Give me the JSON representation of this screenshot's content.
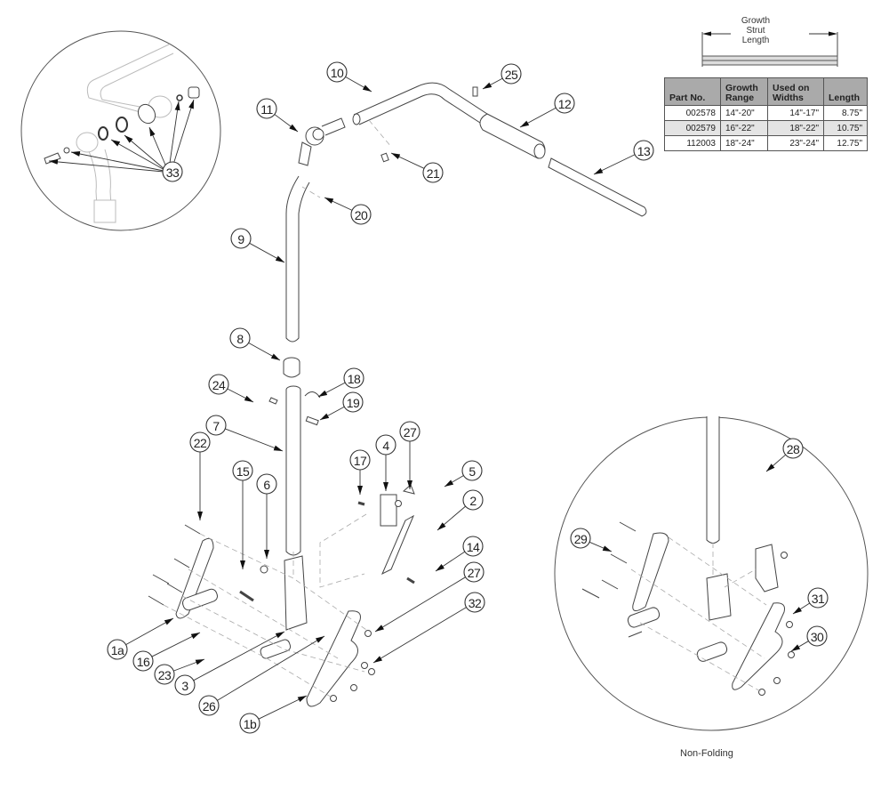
{
  "strut": {
    "label_line1": "Growth",
    "label_line2": "Strut",
    "label_line3": "Length"
  },
  "table": {
    "headers": [
      "Part No.",
      "Growth Range",
      "Used on Widths",
      "Length"
    ],
    "header_lines": [
      [
        "Part No."
      ],
      [
        "Growth",
        "Range"
      ],
      [
        "Used on",
        "Widths"
      ],
      [
        "Length"
      ]
    ],
    "rows": [
      [
        "002578",
        "14\"-20\"",
        "14\"-17\"",
        "8.75\""
      ],
      [
        "002579",
        "16\"-22\"",
        "18\"-22\"",
        "10.75\""
      ],
      [
        "112003",
        "18\"-24\"",
        "23\"-24\"",
        "12.75\""
      ]
    ]
  },
  "detail_caption": "Non-Folding",
  "callouts": {
    "c33": "33",
    "c10": "10",
    "c11": "11",
    "c25": "25",
    "c12": "12",
    "c13": "13",
    "c21": "21",
    "c20": "20",
    "c9": "9",
    "c8": "8",
    "c24": "24",
    "c18": "18",
    "c19": "19",
    "c7": "7",
    "c22": "22",
    "c15": "15",
    "c6": "6",
    "c17": "17",
    "c4": "4",
    "c27a": "27",
    "c5": "5",
    "c2": "2",
    "c14": "14",
    "c27b": "27",
    "c32": "32",
    "c1a": "1a",
    "c16": "16",
    "c23": "23",
    "c3": "3",
    "c26": "26",
    "c1b": "1b",
    "c28": "28",
    "c29": "29",
    "c31": "31",
    "c30": "30"
  },
  "colors": {
    "table_header": "#aaaaaa",
    "table_alt_row": "#e4e4e4",
    "line": "#333333"
  }
}
